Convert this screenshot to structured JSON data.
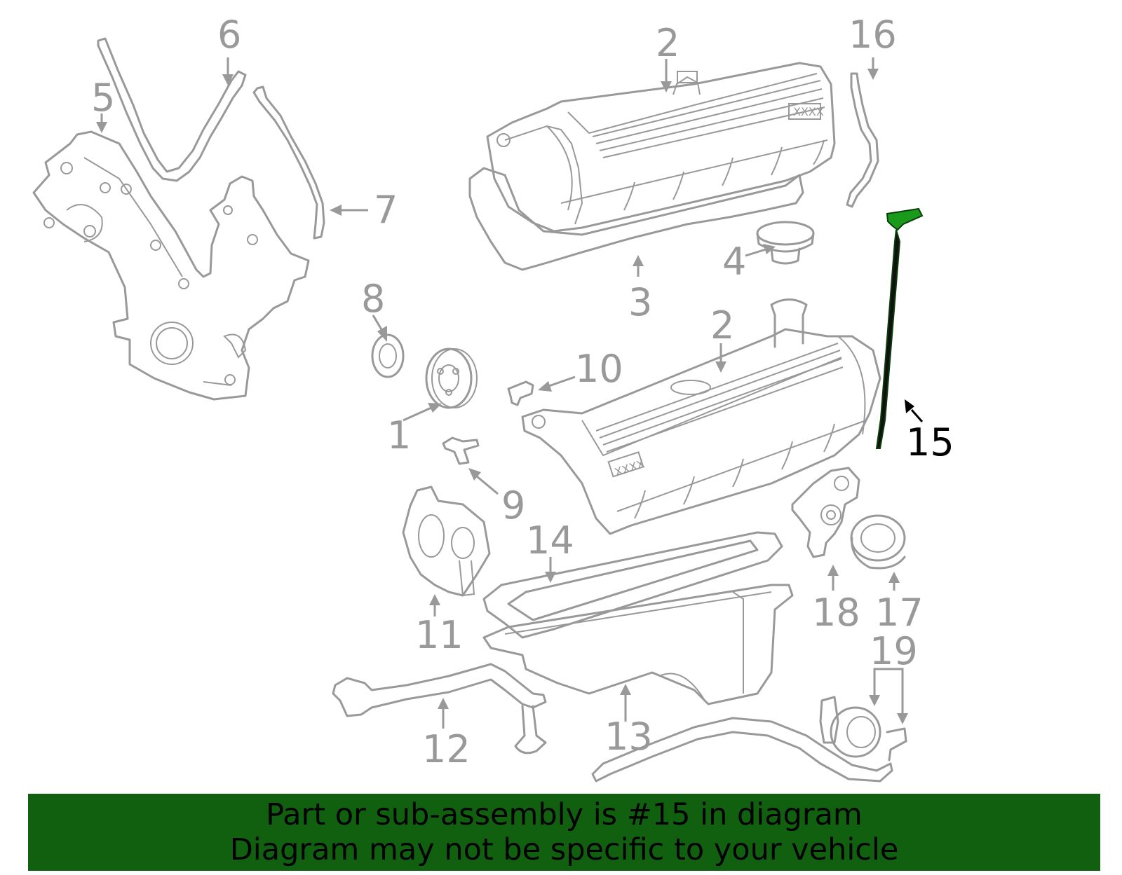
{
  "callouts": {
    "c1": "1",
    "c2a": "2",
    "c2b": "2",
    "c3": "3",
    "c4": "4",
    "c5": "5",
    "c6": "6",
    "c7": "7",
    "c8": "8",
    "c9": "9",
    "c10": "10",
    "c11": "11",
    "c12": "12",
    "c13": "13",
    "c14": "14",
    "c15": "15",
    "c16": "16",
    "c17": "17",
    "c18": "18",
    "c19": "19"
  },
  "valve_cover_badge": "XXXX",
  "highlighted_part": "15",
  "colors": {
    "highlight": "#1a9a1a",
    "banner": "#106010",
    "part_stroke": "#999999"
  },
  "footer": {
    "line1": "Part or sub-assembly is #15 in diagram",
    "line2": "Diagram may not be specific to your vehicle"
  }
}
